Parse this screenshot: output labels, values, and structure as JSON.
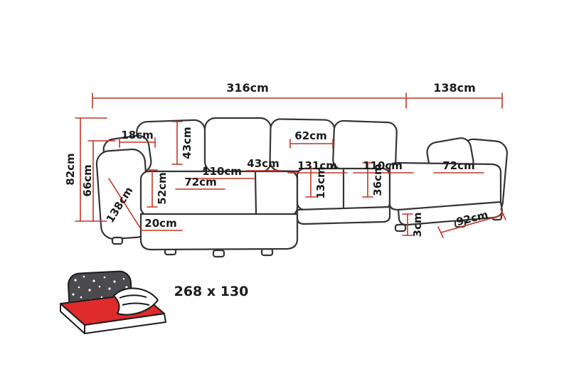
{
  "colors": {
    "dimension_line": "#c13527",
    "sofa_outline": "#343434",
    "label_text": "#1b1b1b",
    "mattress_red": "#df2b2b",
    "panel_dark": "#4a4a4f"
  },
  "diagram": {
    "labels": {
      "total_width": "316cm",
      "right_chaise_width_top": "138cm",
      "back_height": "82cm",
      "armrest_top_height": "66cm",
      "armrest_top_depth": "18cm",
      "back_cushion_height": "43cm",
      "back_cushion_width": "62cm",
      "left_seat_width": "110cm",
      "corner_seat_width": "43cm",
      "center_seat_width": "131cm",
      "right_seat_width": "110cm",
      "left_seat_depth": "72cm",
      "right_seat_depth": "72cm",
      "armrest_height": "52cm",
      "seat_cushion_height": "13cm",
      "right_seat_height": "36cm",
      "left_chaise_depth": "138cm",
      "base_height": "20cm",
      "leg_height": "3cm",
      "right_chaise_depth": "92cm"
    },
    "sleeping_area": {
      "label": "268 x 130"
    }
  }
}
